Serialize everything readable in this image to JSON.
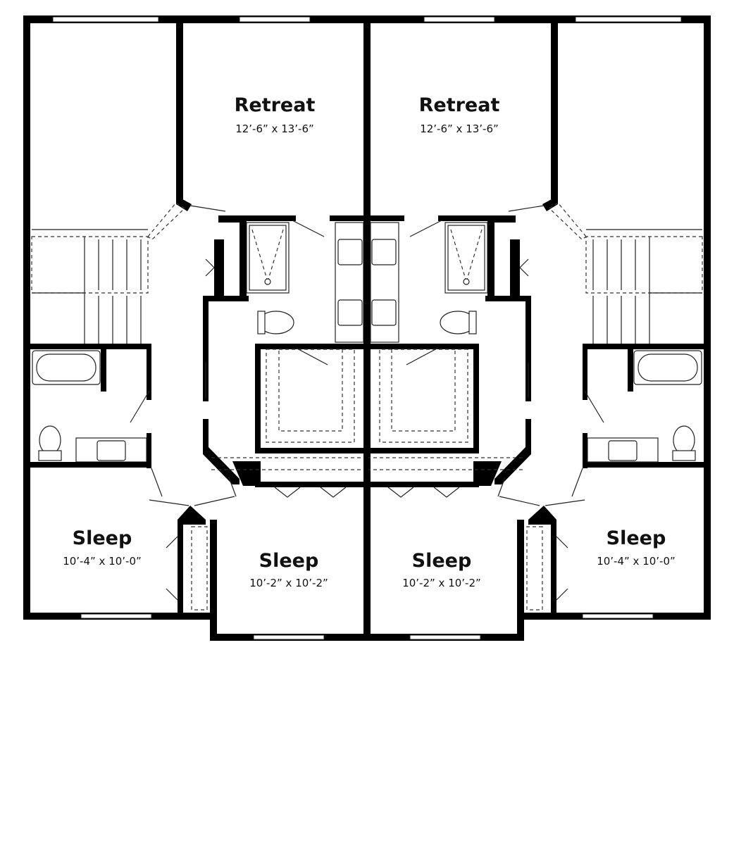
{
  "plan": {
    "rooms": [
      {
        "id": "retreat-left",
        "name": "Retreat",
        "dims": "12’-6” x 13’-6”"
      },
      {
        "id": "retreat-right",
        "name": "Retreat",
        "dims": "12’-6” x 13’-6”"
      },
      {
        "id": "sleep-far-left",
        "name": "Sleep",
        "dims": "10’-4” x 10’-0”"
      },
      {
        "id": "sleep-mid-left",
        "name": "Sleep",
        "dims": "10’-2” x 10’-2”"
      },
      {
        "id": "sleep-mid-right",
        "name": "Sleep",
        "dims": "10’-2” x 10’-2”"
      },
      {
        "id": "sleep-far-right",
        "name": "Sleep",
        "dims": "10’-4” x 10’-0”"
      }
    ]
  },
  "colors": {
    "wall": "#000000",
    "line": "#222222",
    "background": "#ffffff"
  }
}
